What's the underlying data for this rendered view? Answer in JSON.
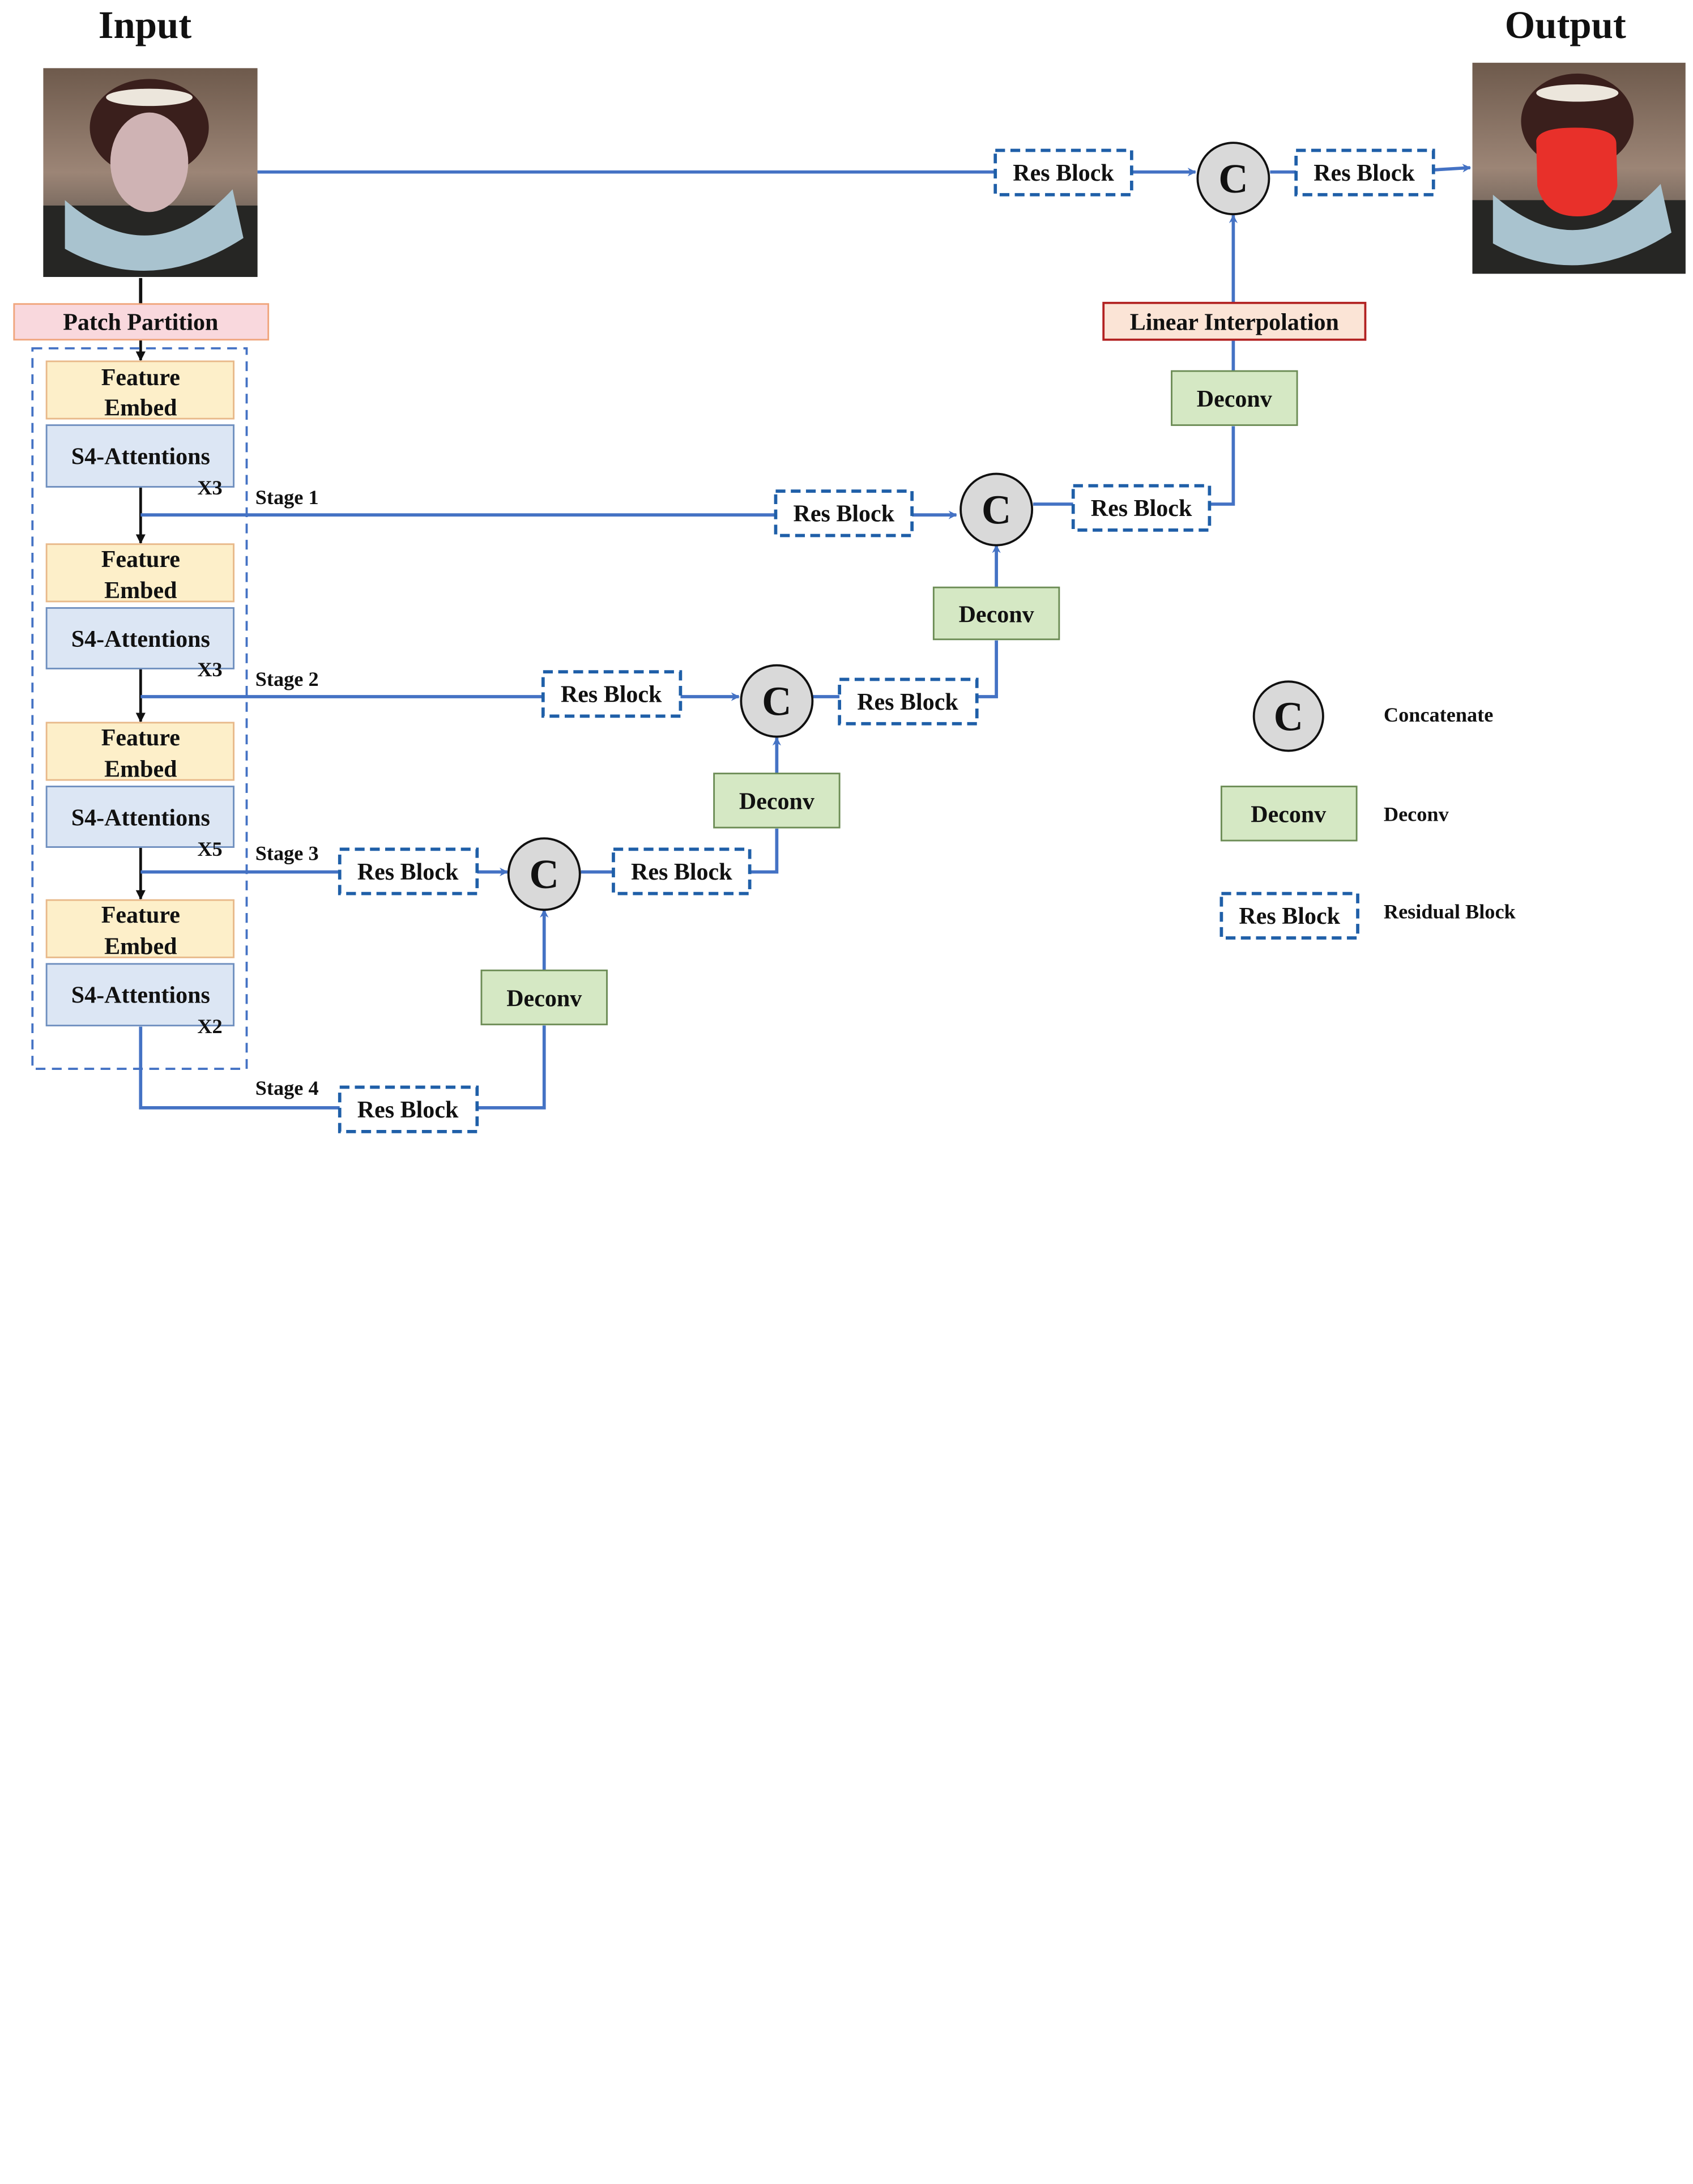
{
  "titles": {
    "input": "Input",
    "output": "Output"
  },
  "encoder": {
    "patch_partition": "Patch Partition",
    "blocks": [
      {
        "embed_l1": "Feature",
        "embed_l2": "Embed",
        "attention": "S4-Attentions",
        "repeat": "X3",
        "stage": "Stage 1"
      },
      {
        "embed_l1": "Feature",
        "embed_l2": "Embed",
        "attention": "S4-Attentions",
        "repeat": "X3",
        "stage": "Stage 2"
      },
      {
        "embed_l1": "Feature",
        "embed_l2": "Embed",
        "attention": "S4-Attentions",
        "repeat": "X5",
        "stage": "Stage 3"
      },
      {
        "embed_l1": "Feature",
        "embed_l2": "Embed",
        "attention": "S4-Attentions",
        "repeat": "X2",
        "stage": "Stage 4"
      }
    ]
  },
  "decoder": {
    "res_block": "Res Block",
    "deconv": "Deconv",
    "concat": "C",
    "linear_interpolation": "Linear Interpolation"
  },
  "legend": [
    {
      "symbol": "C",
      "desc": "Concatenate"
    },
    {
      "symbol": "Deconv",
      "desc": "Deconv"
    },
    {
      "symbol": "Res Block",
      "desc": "Residual Block"
    }
  ],
  "colors": {
    "arrow_blue": "#4472C4",
    "dashed_blue": "#1F5FA8",
    "patch_fill": "#F9D8DD",
    "patch_stroke": "#F0A57C",
    "embed_fill": "#FDEFC9",
    "embed_stroke": "#E8B98A",
    "attn_fill": "#DCE6F4",
    "attn_stroke": "#6F8FBF",
    "deconv_fill": "#D5E8C4",
    "deconv_stroke": "#6C8C55",
    "li_fill": "#FBE4D6",
    "li_stroke": "#B22222",
    "concat_fill": "#D9D9D9",
    "tongue_mask": "#E8302A"
  }
}
